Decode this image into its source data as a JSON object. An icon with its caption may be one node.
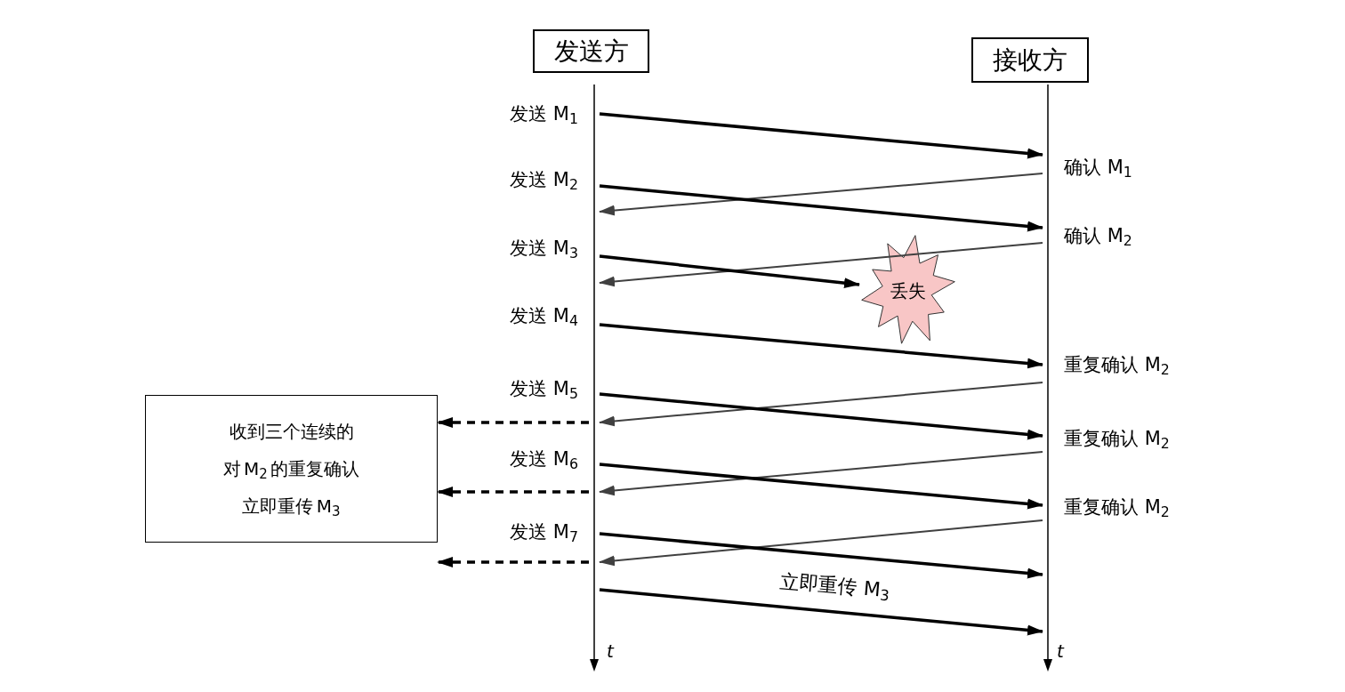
{
  "diagram": {
    "nodes": [
      {
        "text": [
          "发送方"
        ]
      },
      {
        "text": [
          "接收方"
        ]
      },
      {
        "text": [],
        "shape": "line"
      },
      {
        "text": [],
        "shape": "line"
      },
      {
        "text": [
          "丢失"
        ]
      },
      {
        "text": [
          "收到三个连续的对 M$_{2}$ 的重复确认立即重传 M$_{3}$"
        ]
      }
    ],
    "edges": [
      {
        "from": 2,
        "to": 3,
        "arrow": "to"
      },
      {
        "from": 3,
        "to": 2,
        "arrow": "to",
        "color": "#404040"
      },
      {
        "from": 2,
        "to": 3,
        "arrow": "to"
      },
      {
        "from": 3,
        "to": 2,
        "arrow": "to",
        "color": "#404040"
      },
      {
        "from": 2,
        "to": 4,
        "arrow": "to"
      },
      {
        "from": 2,
        "to": 3,
        "arrow": "to"
      },
      {
        "from": 3,
        "to": 2,
        "arrow": "to",
        "color": "#404040"
      },
      {
        "from": 2,
        "to": 3,
        "arrow": "to"
      },
      {
        "from": 3,
        "to": 2,
        "arrow": "to",
        "color": "#404040"
      },
      {
        "from": 2,
        "to": 3,
        "arrow": "to"
      },
      {
        "from": 3,
        "to": 2,
        "arrow": "to",
        "color": "#404040"
      },
      {
        "from": 2,
        "to": 3,
        "arrow": "to"
      },
      {
        "from": 2,
        "to": 5,
        "arrow": "to",
        "style": "dashed"
      },
      {
        "from": 2,
        "to": 5,
        "arrow": "to",
        "style": "dashed"
      },
      {
        "from": 2,
        "to": 5,
        "arrow": "to",
        "style": "dashed"
      },
      {
        "from": 2,
        "to": 3,
        "arrow": "to",
        "label": "立即重传 M$_{3}$"
      }
    ],
    "labels": [
      "发送 M$_{1}$",
      "确认 M$_{1}$",
      "发送 M$_{2}$",
      "确认 M$_{2}$",
      "发送 M$_{3}$",
      "发送 M$_{4}$",
      "重复确认 M$_{2}$",
      "发送 M$_{5}$",
      "重复确认 M$_{2}$",
      "发送 M$_{6}$",
      "重复确认 M$_{2}$",
      "发送 M$_{7}$",
      "t",
      "t"
    ]
  }
}
